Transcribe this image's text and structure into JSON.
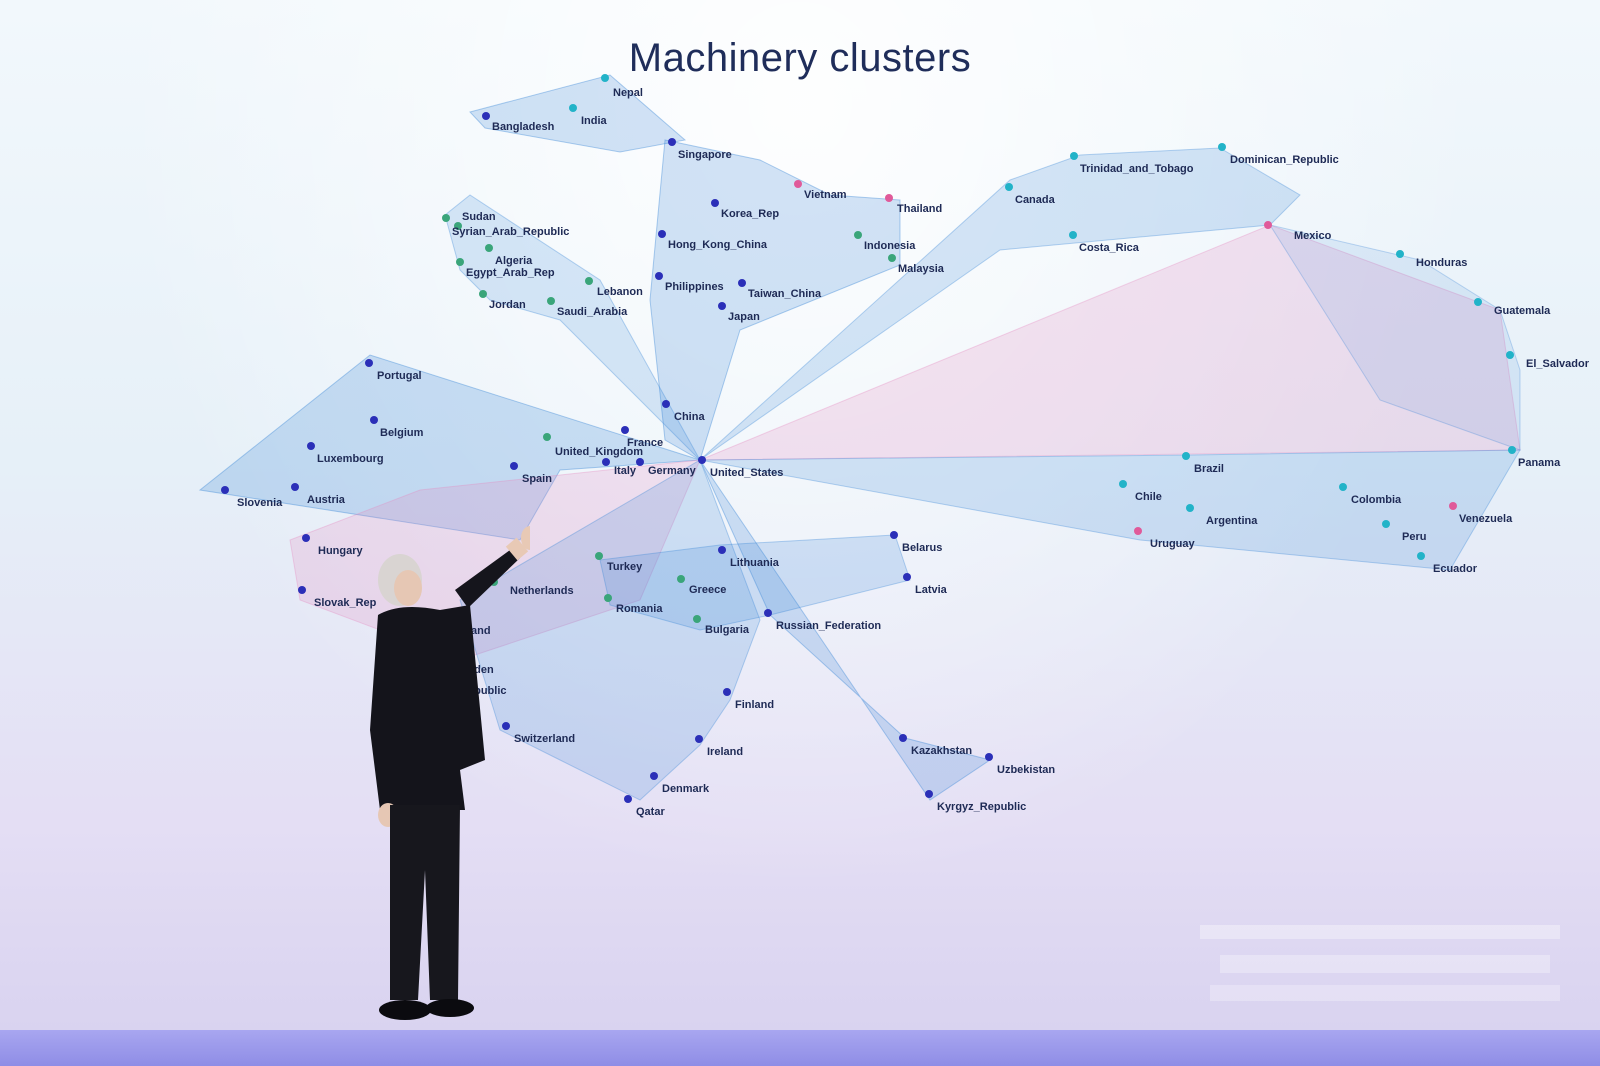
{
  "title": "Machinery clusters",
  "colors": {
    "blue_node": "#2b2fb8",
    "teal_node": "#22b3c8",
    "green_node": "#3aa57a",
    "pink_node": "#e05a9a",
    "blue_hull": "#3a86d6",
    "pink_hull": "#e58ac0"
  },
  "countries": [
    {
      "name": "Nepal",
      "c": "teal"
    },
    {
      "name": "India",
      "c": "teal"
    },
    {
      "name": "Bangladesh",
      "c": "blue"
    },
    {
      "name": "Singapore",
      "c": "blue"
    },
    {
      "name": "Vietnam",
      "c": "pink"
    },
    {
      "name": "Thailand",
      "c": "pink"
    },
    {
      "name": "Korea_Rep",
      "c": "blue"
    },
    {
      "name": "Hong_Kong_China",
      "c": "blue"
    },
    {
      "name": "Indonesia",
      "c": "green"
    },
    {
      "name": "Malaysia",
      "c": "green"
    },
    {
      "name": "Philippines",
      "c": "blue"
    },
    {
      "name": "Taiwan_China",
      "c": "blue"
    },
    {
      "name": "Japan",
      "c": "blue"
    },
    {
      "name": "Sudan",
      "c": "green"
    },
    {
      "name": "Syrian_Arab_Republic",
      "c": "green"
    },
    {
      "name": "Algeria",
      "c": "green"
    },
    {
      "name": "Egypt_Arab_Rep",
      "c": "green"
    },
    {
      "name": "Jordan",
      "c": "green"
    },
    {
      "name": "Lebanon",
      "c": "green"
    },
    {
      "name": "Saudi_Arabia",
      "c": "green"
    },
    {
      "name": "Trinidad_and_Tobago",
      "c": "teal"
    },
    {
      "name": "Dominican_Republic",
      "c": "teal"
    },
    {
      "name": "Canada",
      "c": "teal"
    },
    {
      "name": "Costa_Rica",
      "c": "teal"
    },
    {
      "name": "Mexico",
      "c": "pink"
    },
    {
      "name": "Honduras",
      "c": "teal"
    },
    {
      "name": "Guatemala",
      "c": "teal"
    },
    {
      "name": "El_Salvador",
      "c": "teal"
    },
    {
      "name": "Panama",
      "c": "teal"
    },
    {
      "name": "Portugal",
      "c": "blue"
    },
    {
      "name": "Belgium",
      "c": "blue"
    },
    {
      "name": "Luxembourg",
      "c": "blue"
    },
    {
      "name": "China",
      "c": "blue"
    },
    {
      "name": "France",
      "c": "blue"
    },
    {
      "name": "United_Kingdom",
      "c": "green"
    },
    {
      "name": "Italy",
      "c": "blue"
    },
    {
      "name": "Germany",
      "c": "blue"
    },
    {
      "name": "United_States",
      "c": "blue"
    },
    {
      "name": "Spain",
      "c": "blue"
    },
    {
      "name": "Slovenia",
      "c": "blue"
    },
    {
      "name": "Austria",
      "c": "blue"
    },
    {
      "name": "Hungary",
      "c": "blue"
    },
    {
      "name": "Slovak_Rep",
      "c": "blue"
    },
    {
      "name": "Netherlands",
      "c": "green"
    },
    {
      "name": "Turkey",
      "c": "green"
    },
    {
      "name": "Romania",
      "c": "green"
    },
    {
      "name": "Greece",
      "c": "green"
    },
    {
      "name": "Bulgaria",
      "c": "green"
    },
    {
      "name": "Lithuania",
      "c": "blue"
    },
    {
      "name": "Belarus",
      "c": "blue"
    },
    {
      "name": "Latvia",
      "c": "blue"
    },
    {
      "name": "Russian_Federation",
      "c": "blue"
    },
    {
      "name": "Brazil",
      "c": "teal"
    },
    {
      "name": "Chile",
      "c": "teal"
    },
    {
      "name": "Argentina",
      "c": "teal"
    },
    {
      "name": "Uruguay",
      "c": "pink"
    },
    {
      "name": "Colombia",
      "c": "teal"
    },
    {
      "name": "Peru",
      "c": "teal"
    },
    {
      "name": "Venezuela",
      "c": "pink"
    },
    {
      "name": "Ecuador",
      "c": "teal"
    },
    {
      "name": "land",
      "c": "blue"
    },
    {
      "name": "eden",
      "c": "blue"
    },
    {
      "name": "epublic",
      "c": "blue"
    },
    {
      "name": "Finland",
      "c": "blue"
    },
    {
      "name": "Switzerland",
      "c": "blue"
    },
    {
      "name": "Ireland",
      "c": "blue"
    },
    {
      "name": "Denmark",
      "c": "blue"
    },
    {
      "name": "Qatar",
      "c": "blue"
    },
    {
      "name": "Kazakhstan",
      "c": "blue"
    },
    {
      "name": "Uzbekistan",
      "c": "blue"
    },
    {
      "name": "Kyrgyz_Republic",
      "c": "blue"
    }
  ]
}
